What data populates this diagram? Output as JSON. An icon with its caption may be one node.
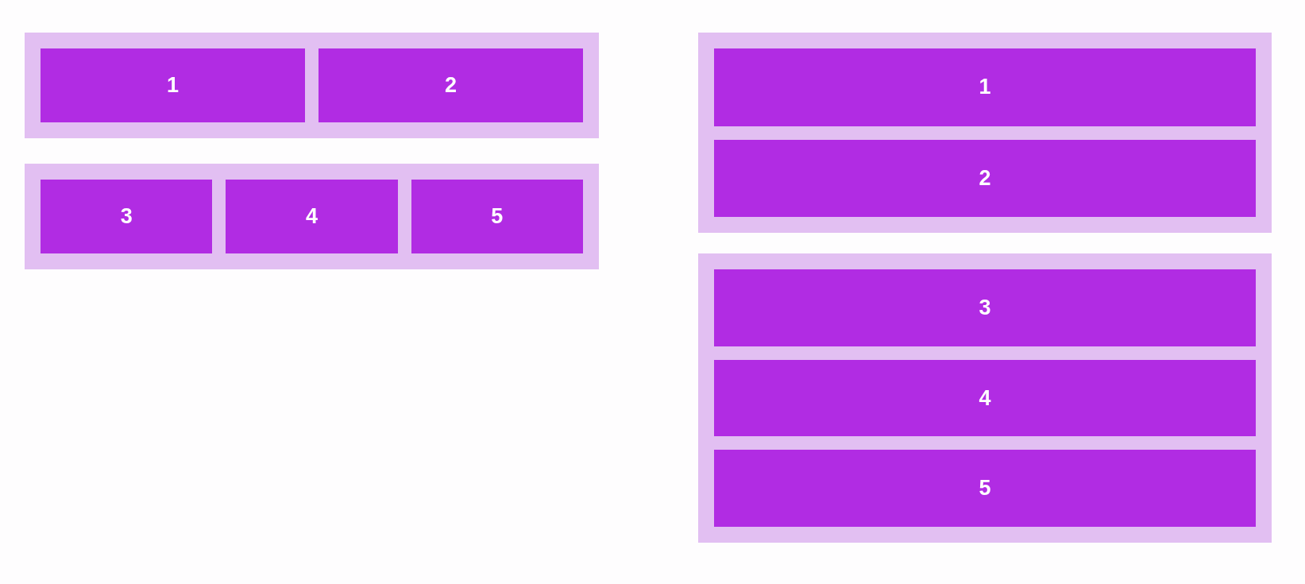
{
  "diagram": {
    "nodes": [
      {
        "text": [],
        "shape": "box"
      },
      {
        "text": [
          "1"
        ],
        "in": 0
      },
      {
        "text": [
          "2"
        ],
        "in": 0
      },
      {
        "text": [],
        "shape": "box"
      },
      {
        "text": [
          "3"
        ],
        "in": 3
      },
      {
        "text": [
          "4"
        ],
        "in": 3
      },
      {
        "text": [
          "5"
        ],
        "in": 3
      },
      {
        "text": [],
        "shape": "box"
      },
      {
        "text": [
          "1"
        ],
        "in": 7
      },
      {
        "text": [
          "2"
        ],
        "in": 7
      },
      {
        "text": [],
        "shape": "box"
      },
      {
        "text": [
          "3"
        ],
        "in": 10
      },
      {
        "text": [
          "4"
        ],
        "in": 10
      },
      {
        "text": [
          "5"
        ],
        "in": 10
      }
    ]
  }
}
